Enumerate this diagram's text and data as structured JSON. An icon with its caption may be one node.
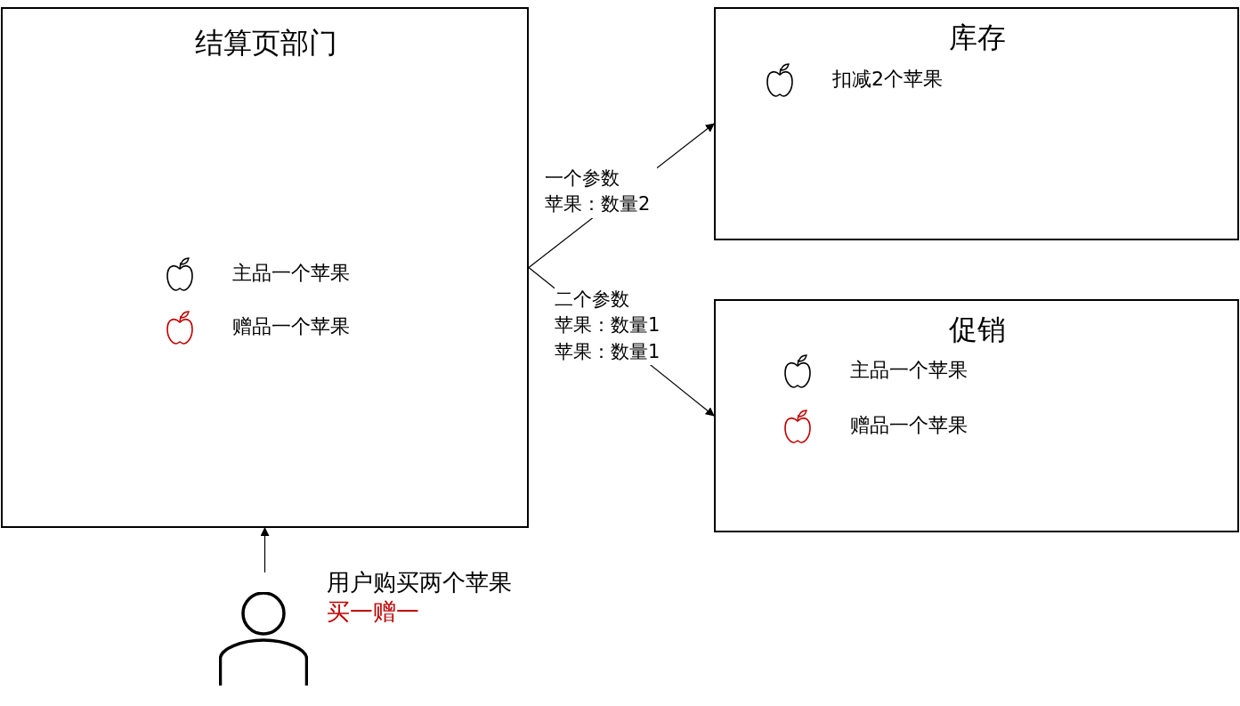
{
  "diagram": {
    "nodes": [
      {
        "text": [
          "结算页部门",
          "主品一个苹果",
          "赠品一个苹果"
        ]
      },
      {
        "text": [
          "库存",
          "扣减2个苹果"
        ]
      },
      {
        "text": [
          "促销",
          "主品一个苹果",
          "赠品一个苹果"
        ]
      },
      {
        "text": [],
        "shape": "person",
        "beside": [
          "用户购买两个苹果",
          "买一赠一"
        ]
      }
    ],
    "edges": [
      {
        "from": 3,
        "to": 0,
        "arrow": "to"
      },
      {
        "from": 0,
        "to": 1,
        "arrow": "to",
        "label": "一个参数苹果：数量2"
      },
      {
        "from": 0,
        "to": 2,
        "arrow": "to",
        "label": "二个参数苹果：数量1苹果：数量1"
      }
    ]
  }
}
